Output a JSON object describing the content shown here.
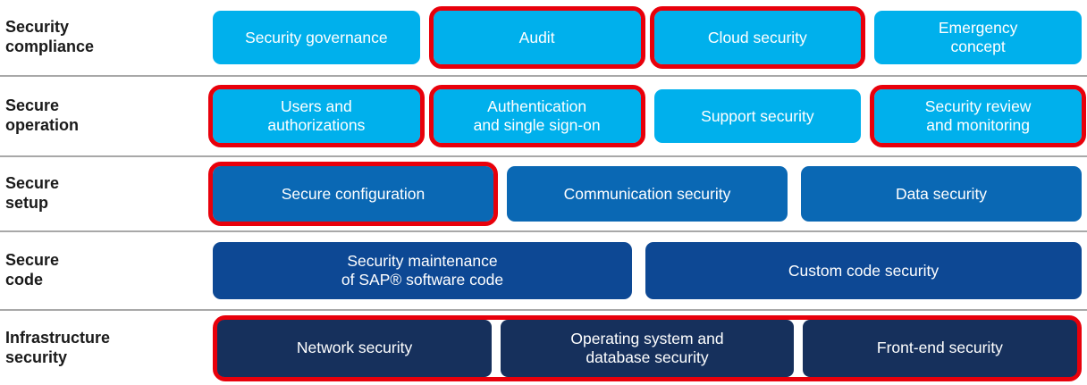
{
  "palette": {
    "light_blue": "#00b0ec",
    "medium_blue": "#0a68b4",
    "dark_blue": "#0d4894",
    "navy": "#16305c",
    "highlight_red": "#e8000b",
    "separator_gray": "#a8a8a8",
    "label_black": "#1a1a1a",
    "box_text_white": "#ffffff"
  },
  "rows": [
    {
      "id": "security-compliance",
      "label": "Security\ncompliance",
      "boxes": [
        {
          "text": "Security governance",
          "highlighted": false
        },
        {
          "text": "Audit",
          "highlighted": true
        },
        {
          "text": "Cloud security",
          "highlighted": true
        },
        {
          "text": "Emergency\nconcept",
          "highlighted": false
        }
      ]
    },
    {
      "id": "secure-operation",
      "label": "Secure\noperation",
      "boxes": [
        {
          "text": "Users and\nauthorizations",
          "highlighted": true
        },
        {
          "text": "Authentication\nand single sign-on",
          "highlighted": true
        },
        {
          "text": "Support security",
          "highlighted": false
        },
        {
          "text": "Security review\nand monitoring",
          "highlighted": true
        }
      ]
    },
    {
      "id": "secure-setup",
      "label": "Secure\nsetup",
      "boxes": [
        {
          "text": "Secure configuration",
          "highlighted": true
        },
        {
          "text": "Communication security",
          "highlighted": false
        },
        {
          "text": "Data security",
          "highlighted": false
        }
      ]
    },
    {
      "id": "secure-code",
      "label": "Secure\ncode",
      "boxes": [
        {
          "text": "Security maintenance\nof SAP® software code",
          "highlighted": false
        },
        {
          "text": "Custom code security",
          "highlighted": false
        }
      ]
    },
    {
      "id": "infrastructure-security",
      "label": "Infrastructure\nsecurity",
      "group_highlighted": true,
      "boxes": [
        {
          "text": "Network security",
          "highlighted": false
        },
        {
          "text": "Operating system and\ndatabase security",
          "highlighted": false
        },
        {
          "text": "Front-end security",
          "highlighted": false
        }
      ]
    }
  ]
}
